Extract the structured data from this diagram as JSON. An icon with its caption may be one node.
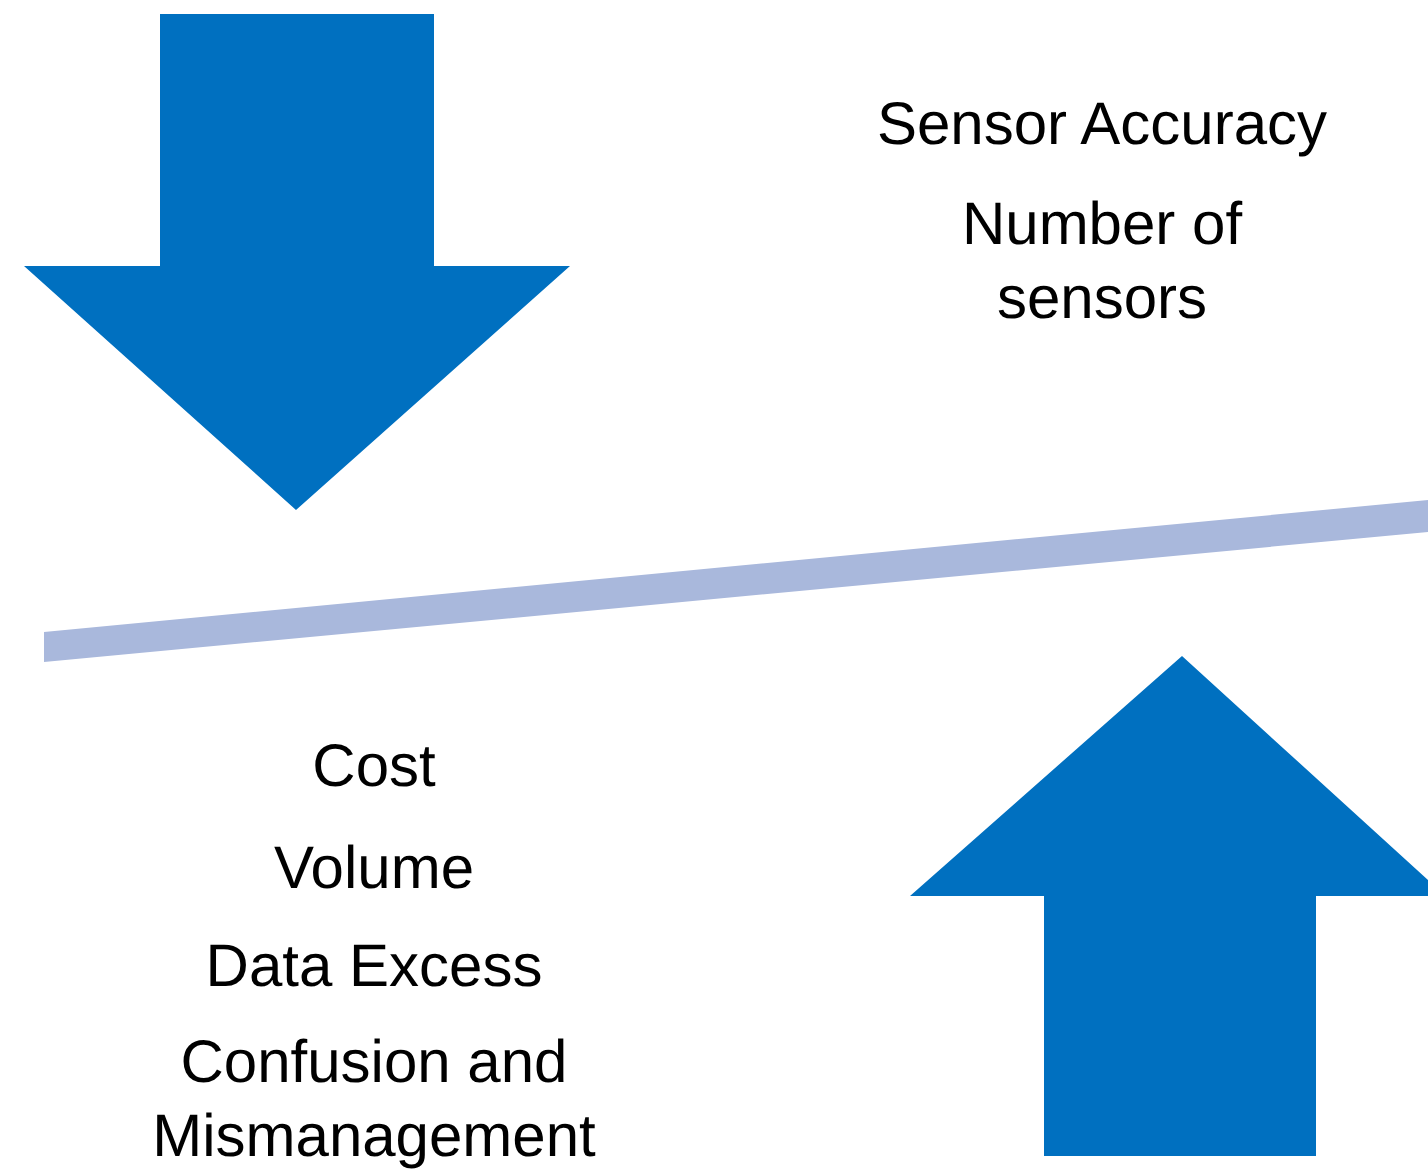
{
  "diagram": {
    "labels": [
      "Sensor Accuracy",
      "Number of sensors",
      "Cost",
      "Volume",
      "Data Excess",
      "Confusion and Mismanagement"
    ]
  }
}
